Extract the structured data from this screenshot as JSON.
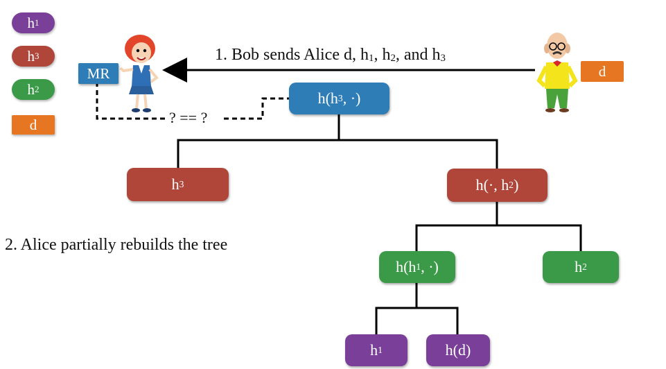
{
  "legend": [
    {
      "base": "h",
      "sub": "1",
      "color": "#7a3f98"
    },
    {
      "base": "h",
      "sub": "3",
      "color": "#b0463a"
    },
    {
      "base": "h",
      "sub": "2",
      "color": "#3a9a48"
    },
    {
      "base": "d",
      "sub": "",
      "color": "#e67622"
    }
  ],
  "step1": {
    "prefix": "1. Bob sends Alice d, h",
    "s1": "1",
    "mid1": ", h",
    "s2": "2",
    "mid2": ", and h",
    "s3": "3"
  },
  "step2": "2. Alice partially rebuilds the tree",
  "mr_label": "MR",
  "bob_label": "d",
  "compare": "? == ?",
  "tree": {
    "root": {
      "pre": "h(h",
      "sub": "3",
      "post": ", ·)"
    },
    "left": {
      "pre": "h",
      "sub": "3",
      "post": ""
    },
    "right": {
      "pre": "h(·, h",
      "sub": "2",
      "post": ")"
    },
    "rl": {
      "pre": "h(h",
      "sub": "1",
      "post": ", ·)"
    },
    "rr": {
      "pre": "h",
      "sub": "2",
      "post": ""
    },
    "rll": {
      "pre": "h",
      "sub": "1",
      "post": ""
    },
    "rlr": {
      "pre": "h(d)",
      "sub": "",
      "post": ""
    }
  }
}
